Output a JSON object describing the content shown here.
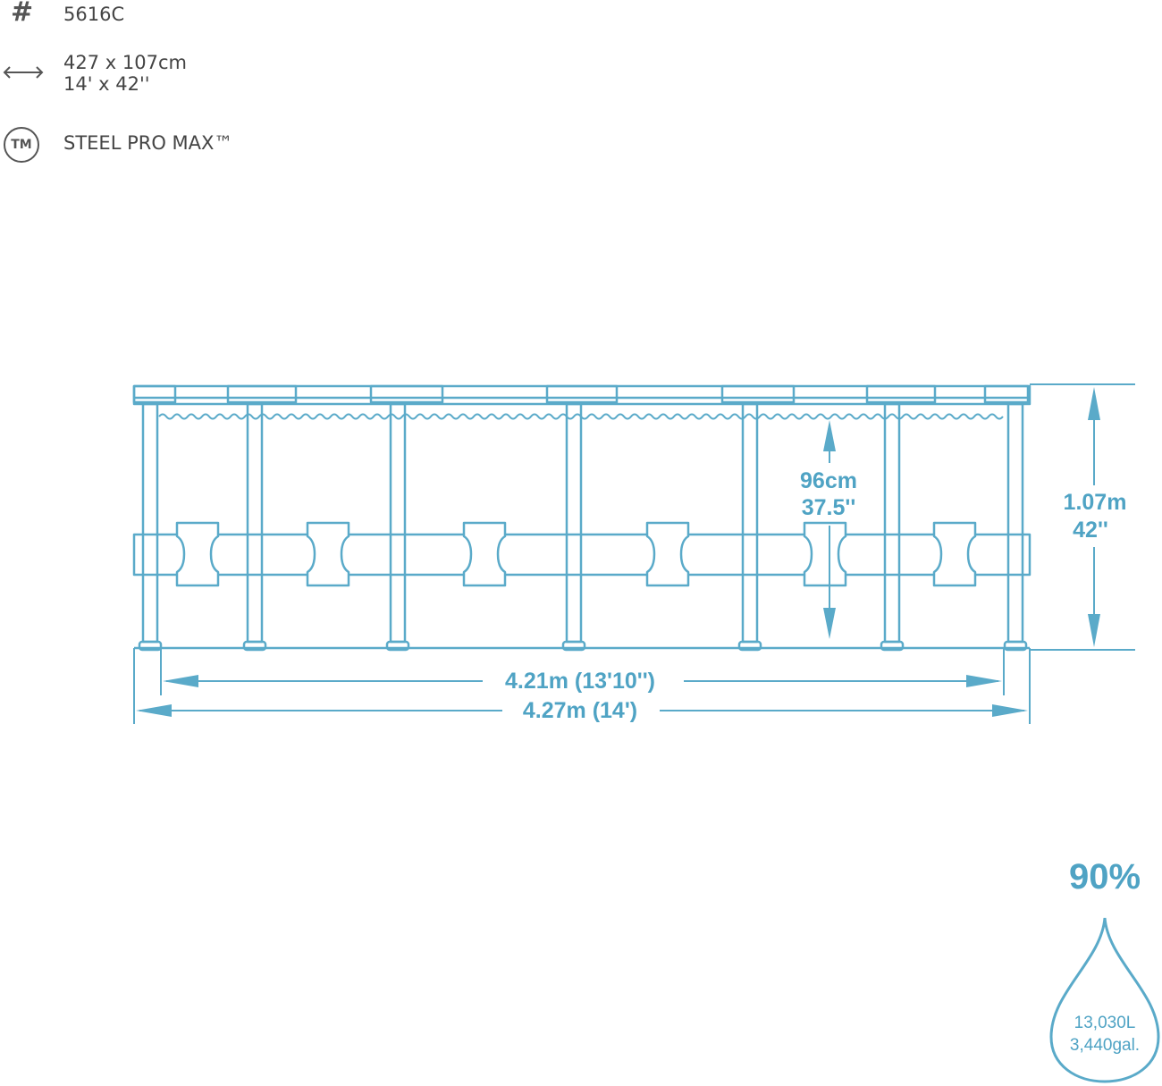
{
  "specs": {
    "model_icon": "hash-icon",
    "model": "5616C",
    "size_icon": "double-arrow-icon",
    "size_metric": "427 x 107cm",
    "size_imperial": "14' x 42''",
    "brand_icon": "TM",
    "brand": "STEEL PRO MAX™"
  },
  "diagram": {
    "inner_width_label": "4.21m (13'10'')",
    "outer_width_label": "4.27m (14')",
    "water_depth_metric": "96cm",
    "water_depth_imperial": "37.5''",
    "height_metric": "1.07m",
    "height_imperial": "42''"
  },
  "capacity": {
    "fill_percent": "90%",
    "liters": "13,030L",
    "gallons": "3,440gal."
  },
  "colors": {
    "line": "#5aaac9",
    "text_blue": "#4fa3c4",
    "spec_gray": "#555555"
  }
}
